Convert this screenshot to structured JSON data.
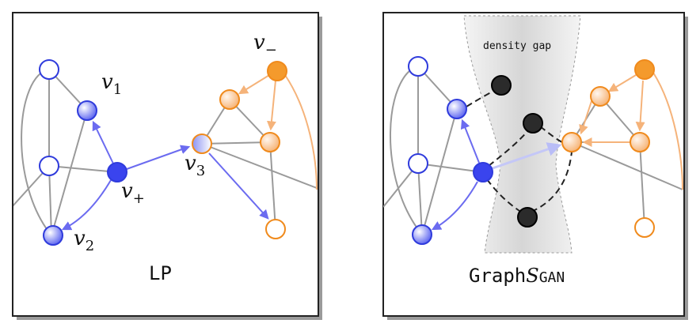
{
  "left_panel": {
    "title": "LP",
    "labels": {
      "v1": {
        "base": "v",
        "sub": "1"
      },
      "v2": {
        "base": "v",
        "sub": "2"
      },
      "v3": {
        "base": "v",
        "sub": "3"
      },
      "vplus": {
        "base": "v",
        "sub": "+"
      },
      "vminus": {
        "base": "v",
        "sub": "−"
      }
    }
  },
  "right_panel": {
    "title_prefix": "Graph",
    "title_s": "S",
    "title_suffix": "GAN",
    "gap_label": "density gap"
  },
  "colors": {
    "blue": "#3a44ee",
    "orange": "#f49a2c",
    "arrow_blue": "#6b6bf0",
    "arrow_orange": "#f5b37a",
    "edge_gray": "#9a9a9a",
    "generated_black": "#2b2b2b"
  }
}
